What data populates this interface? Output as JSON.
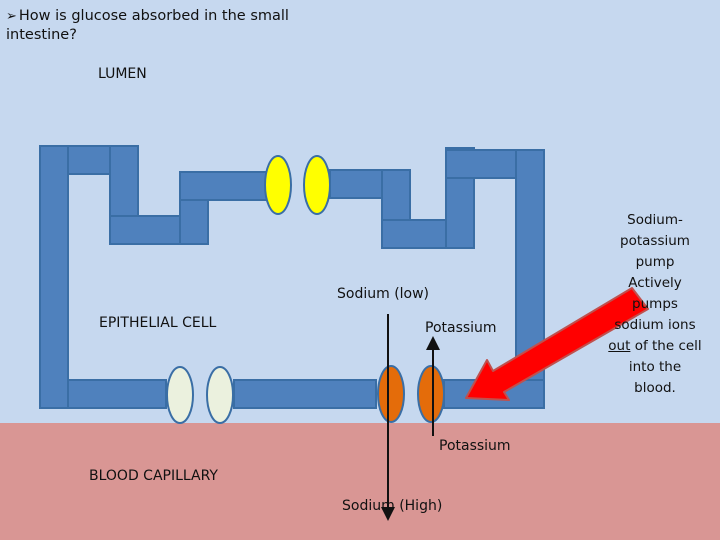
{
  "title": {
    "bullet": "➢",
    "text": "How is glucose absorbed in the small intestine?"
  },
  "labels": {
    "lumen": "LUMEN",
    "epithelial_cell": "EPITHELIAL CELL",
    "blood_capillary": "BLOOD CAPILLARY",
    "sodium_low": "Sodium (low)",
    "potassium_upper": "Potassium",
    "potassium_lower": "Potassium",
    "sodium_high": "Sodium (High)"
  },
  "pump_note": {
    "line1": "Sodium-potassium pump",
    "line2": "Actively pumps sodium ions",
    "word_out": "out",
    "line3": "of the cell into the blood."
  },
  "colors": {
    "lumen_bg": "#c6d8ef",
    "blood_bg": "#d99694",
    "membrane": "#4f81bd",
    "glucose_channel": "#ffff00",
    "pump": "#e46c0a",
    "exit_channel": "#ebf1de",
    "arrow": "#ff0000"
  }
}
